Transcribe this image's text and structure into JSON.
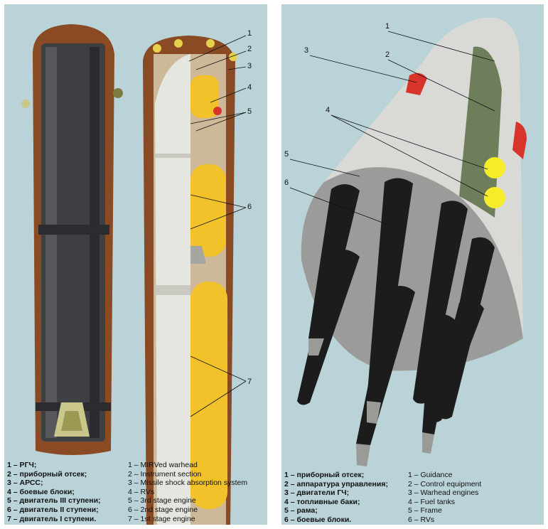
{
  "left_diagram": {
    "callouts": [
      "1",
      "2",
      "3",
      "4",
      "5",
      "6",
      "7"
    ],
    "legend_ru": [
      "1 – РГЧ;",
      "2 – приборный отсек;",
      "3 – АРСС;",
      "4 – боевые блоки;",
      "5 – двигатель III ступени;",
      "6 – двигатель II ступени;",
      "7 – двигатель I ступени."
    ],
    "legend_en": [
      "1 – MIRVed warhead",
      "2 – Instrument section",
      "3 – Missile shock absorption system",
      "4 – RVs",
      "5 – 3rd stage engine",
      "6 – 2nd stage engine",
      "7 – 1st stage engine"
    ]
  },
  "right_diagram": {
    "callouts": [
      "1",
      "2",
      "3",
      "4",
      "5",
      "6"
    ],
    "legend_ru": [
      "1 – приборный отсек;",
      "2 – аппаратура управления;",
      "3 – двигатели ГЧ;",
      "4 – топливные баки;",
      "5 – рама;",
      "6 – боевые блоки."
    ],
    "legend_en": [
      "1 – Guidance",
      "2 – Control equipment",
      "3 – Warhead engines",
      "4 – Fuel tanks",
      "5 – Frame",
      "6 – RVs"
    ]
  },
  "colors": {
    "panel_bg": "#b9d3d8",
    "silo_brown": "#8a4a24",
    "fuel_yellow": "#f2c22a",
    "missile_white": "#e6e6e0",
    "dark_body": "#3e3f42",
    "accent_red": "#d8352a"
  }
}
